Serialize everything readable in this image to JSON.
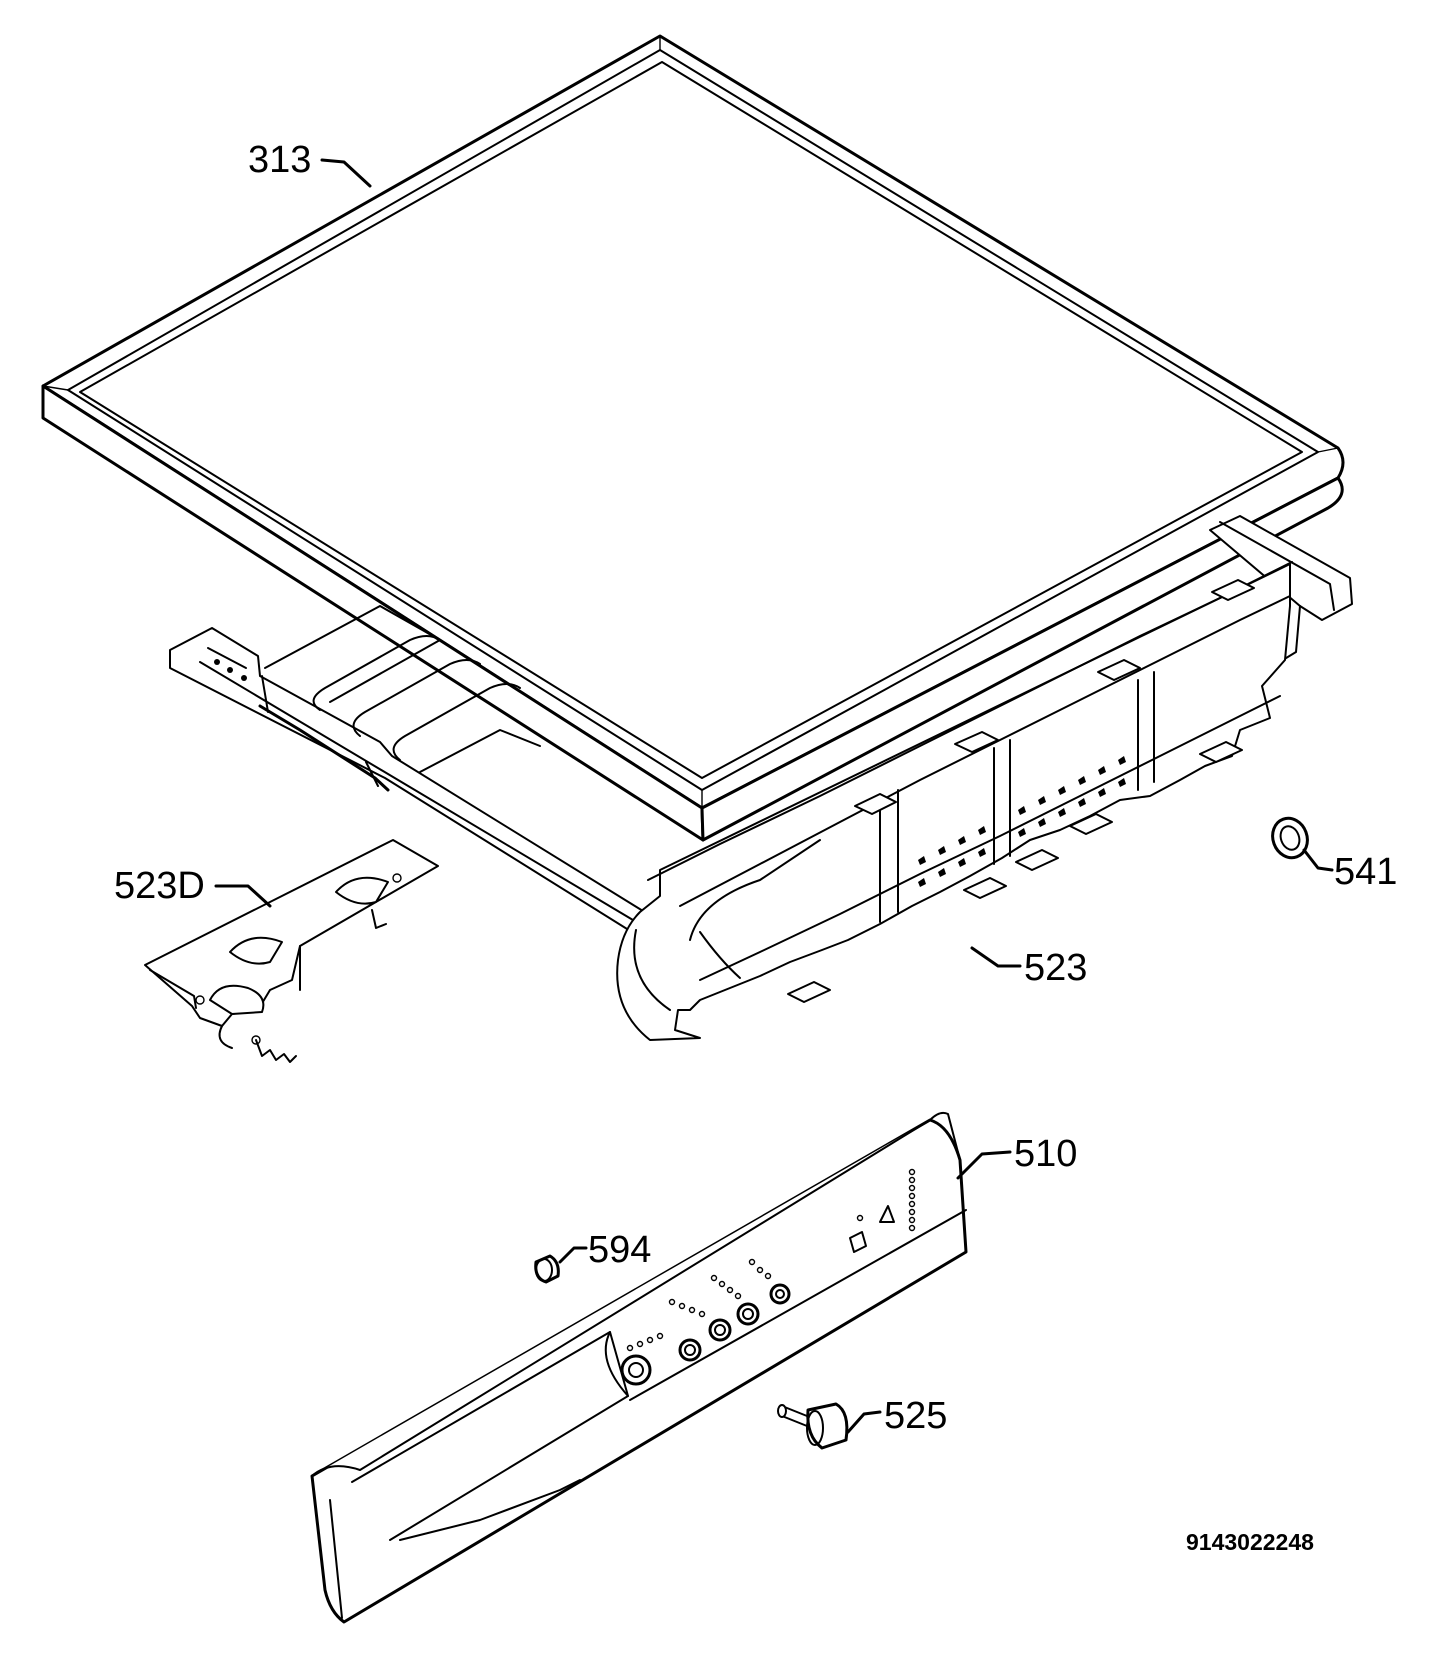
{
  "callouts": [
    {
      "id": "top-cover",
      "label": "313"
    },
    {
      "id": "bracket",
      "label": "523D"
    },
    {
      "id": "seal",
      "label": "541"
    },
    {
      "id": "frame",
      "label": "523"
    },
    {
      "id": "panel",
      "label": "510"
    },
    {
      "id": "knob-small",
      "label": "594"
    },
    {
      "id": "knob-pin",
      "label": "525"
    }
  ],
  "drawing_number": "9143022248"
}
